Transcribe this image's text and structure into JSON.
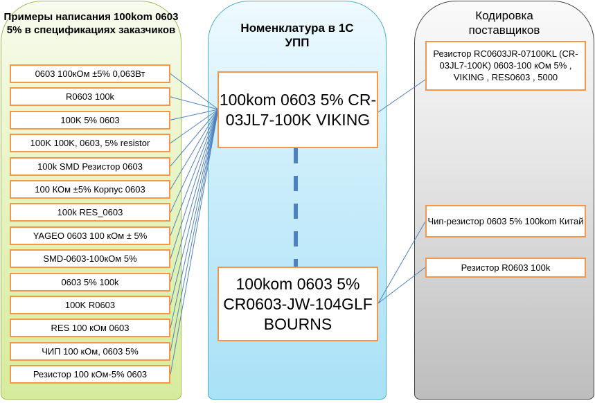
{
  "left_panel": {
    "title": "Примеры написания 100kom 0603 5% в спецификациях заказчиков",
    "items": [
      "0603 100кОм ±5% 0,063Вт",
      "R0603 100k",
      "100K 5%  0603",
      "100K 100K, 0603, 5% resistor",
      "100k SMD Резистор 0603",
      "100 КОм ±5% Корпус 0603",
      "100k RES_0603",
      "YAGEO 0603 100 кОм ± 5%",
      "SMD-0603-100кОм 5%",
      "0603 5% 100k",
      "100K R0603",
      "RES 100 кОм 0603",
      "ЧИП 100 кОм, 0603 5%",
      "Резистор 100 кОм-5% 0603"
    ]
  },
  "mid_panel": {
    "title": "Номенклатура в 1С УПП",
    "items": [
      "100kom 0603 5% CR-03JL7-100K VIKING",
      "100kom 0603 5% CR0603-JW-104GLF BOURNS"
    ]
  },
  "right_panel": {
    "title": "Кодировка поставщиков",
    "items": [
      "Резистор RC0603JR-07100KL (CR-03JL7-100K) 0603-100 кОм 5%    , VIKING ,  RES0603 ,  5000",
      "Чип-резистор 0603 5% 100kom Китай",
      "Резистор R0603 100k"
    ]
  },
  "colors": {
    "box_border": "#f79646",
    "connector": "#4f81bd"
  }
}
